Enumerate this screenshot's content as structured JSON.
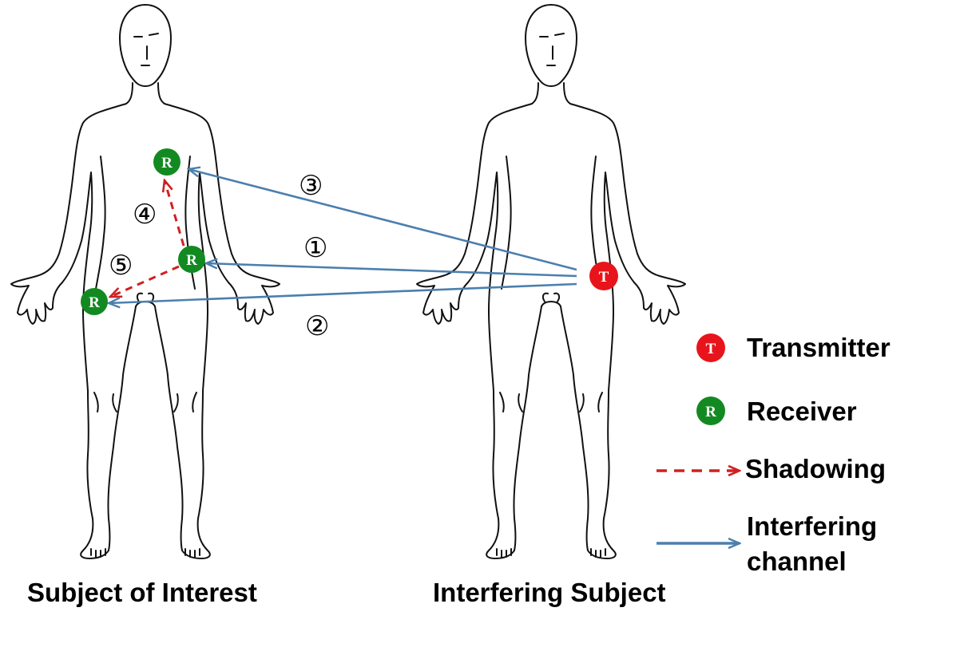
{
  "figure": {
    "left_caption": "Subject of Interest",
    "right_caption": "Interfering Subject"
  },
  "markers": {
    "transmitter_letter": "T",
    "receiver_letter": "R",
    "transmitter_color": "#e8141b",
    "receiver_color": "#138a21"
  },
  "channels": {
    "labels": [
      "①",
      "②",
      "③",
      "④",
      "⑤"
    ],
    "interfering_color": "#4b7fae",
    "shadowing_color": "#d02020"
  },
  "legend": {
    "transmitter": "Transmitter",
    "receiver": "Receiver",
    "shadowing": "Shadowing",
    "interfering_line1": "Interfering",
    "interfering_line2": "channel"
  }
}
